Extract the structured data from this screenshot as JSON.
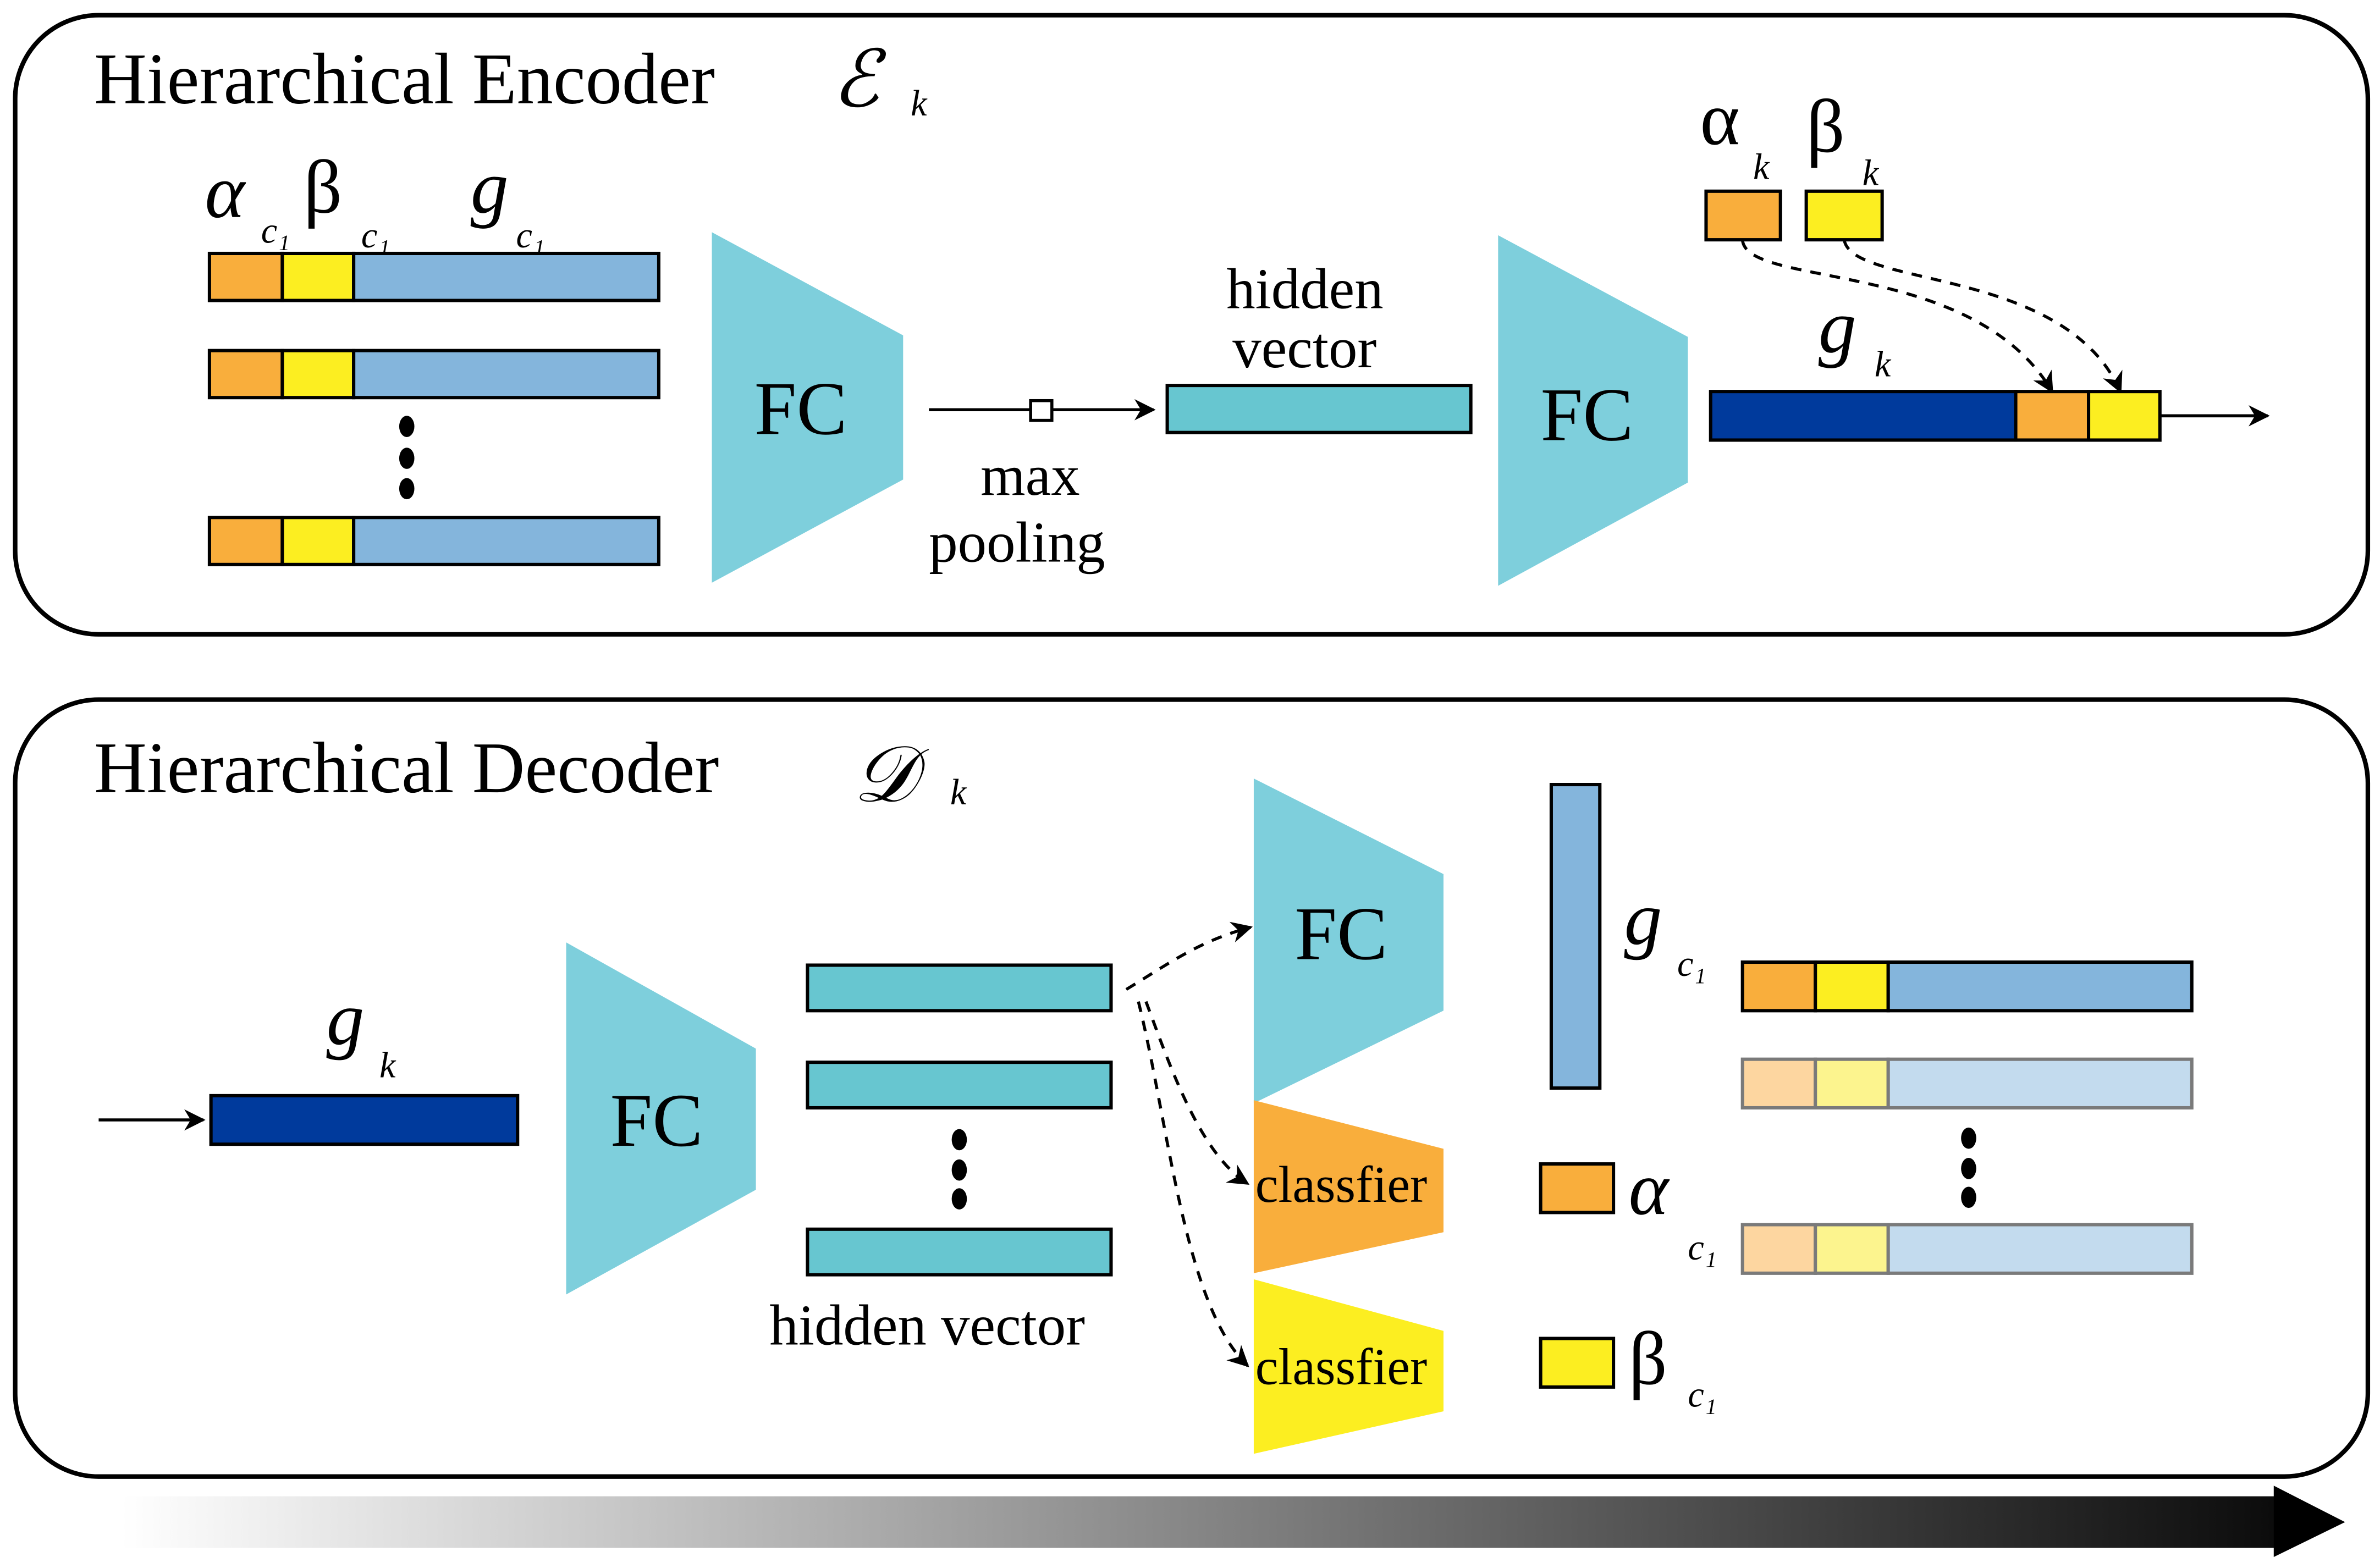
{
  "colors": {
    "orange": "#F9AE3C",
    "yellow": "#FCEE21",
    "light_blue": "#84B5DC",
    "teal": "#67C6D0",
    "fc_block": "#7ECFDC",
    "dark_blue": "#003A9C",
    "orange_faded": "#FDD6A0",
    "yellow_faded": "#FCF48E",
    "light_blue_faded": "#C3DBEE"
  },
  "encoder": {
    "title": "Hierarchical Encoder",
    "title_symbol": "ℰ",
    "title_symbol_sub": "k",
    "input_labels": {
      "alpha": "α",
      "alpha_sub": "c₁",
      "beta": "β",
      "beta_sub": "c₁",
      "g": "g",
      "g_sub": "c₁"
    },
    "input_row_count_shown": 3,
    "ellipsis": "⋮",
    "fc1_label": "FC",
    "pool_label_line1": "max",
    "pool_label_line2": "pooling",
    "hidden_label_line1": "hidden",
    "hidden_label_line2": "vector",
    "fc2_label": "FC",
    "alpha_k": "α",
    "alpha_k_sub": "k",
    "beta_k": "β",
    "beta_k_sub": "k",
    "g_k": "g",
    "g_k_sub": "k"
  },
  "decoder": {
    "title": "Hierarchical Decoder",
    "title_symbol": "𝒟",
    "title_symbol_sub": "k",
    "g_k": "g",
    "g_k_sub": "k",
    "fc1_label": "FC",
    "hidden_label": "hidden vector",
    "ellipsis": "⋮",
    "fc2_label": "FC",
    "classifier1_label": "classfier",
    "classifier2_label": "classfier",
    "g_c": "g",
    "g_c_sub": "c₁",
    "alpha_c": "α",
    "alpha_c_sub": "c₁",
    "beta_c": "β",
    "beta_c_sub": "c₁",
    "output_rows_shown": 3
  },
  "progress_arrow": {
    "direction": "left-to-right",
    "gradient": [
      "#ffffff",
      "#000000"
    ]
  }
}
